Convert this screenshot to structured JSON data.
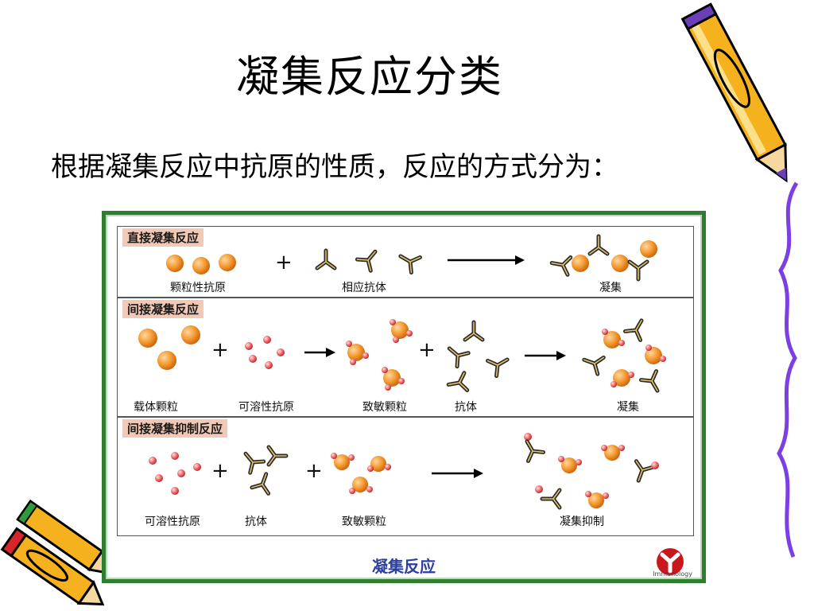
{
  "slide": {
    "title": "凝集反应分类",
    "subtitle": "根据凝集反应中抗原的性质，反应的方式分为："
  },
  "figure": {
    "caption": "凝集反应",
    "logo_text": "Immunology",
    "panels": [
      {
        "title": "直接凝集反应",
        "labels": [
          "颗粒性抗原",
          "相应抗体",
          "凝集"
        ],
        "operator": "+"
      },
      {
        "title": "间接凝集反应",
        "labels": [
          "载体颗粒",
          "可溶性抗原",
          "致敏颗粒",
          "抗体",
          "凝集"
        ],
        "operators": [
          "+",
          "+"
        ]
      },
      {
        "title": "间接凝集抑制反应",
        "labels": [
          "可溶性抗原",
          "抗体",
          "致敏颗粒",
          "凝集抑制"
        ],
        "operators": [
          "+",
          "+"
        ]
      }
    ]
  },
  "colors": {
    "frame_green": "#2f7d2f",
    "particle_orange": "#f08a1c",
    "antigen_red": "#e04848",
    "antibody": "#2b2b2b",
    "caption_blue": "#2a3fa0",
    "label_bg": "#f2c9b6"
  }
}
